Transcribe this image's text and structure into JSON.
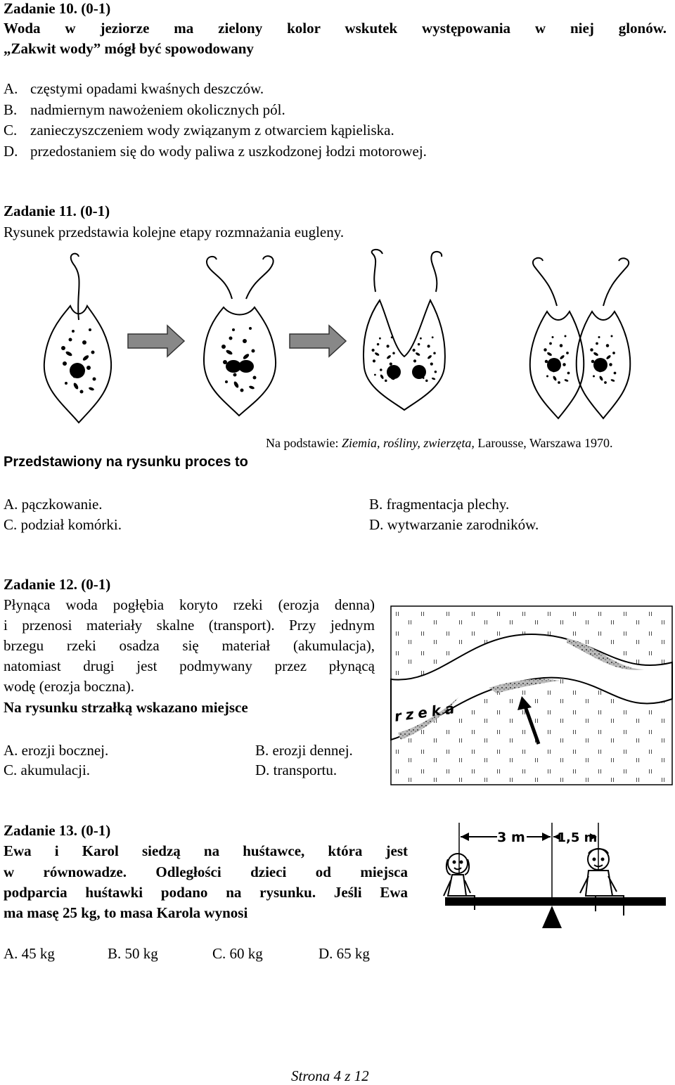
{
  "task10": {
    "header": "Zadanie 10. (0-1)",
    "stem_line1": "Woda w jeziorze ma zielony kolor wskutek występowania w niej glonów.",
    "stem_line2": "„Zakwit wody” mógł być spowodowany",
    "options": [
      {
        "letter": "A.",
        "text": "częstymi opadami kwaśnych deszczów."
      },
      {
        "letter": "B.",
        "text": "nadmiernym nawożeniem okolicznych pól."
      },
      {
        "letter": "C.",
        "text": "zanieczyszczeniem wody związanym z otwarciem kąpieliska."
      },
      {
        "letter": "D.",
        "text": "przedostaniem się do wody paliwa z uszkodzonej łodzi motorowej."
      }
    ]
  },
  "task11": {
    "header": "Zadanie 11. (0-1)",
    "intro": "Rysunek przedstawia kolejne etapy rozmnażania eugleny.",
    "source_prefix": "Na podstawie: ",
    "source_title": "Ziemia, rośliny, zwierzęta,",
    "source_suffix": " Larousse, Warszawa 1970.",
    "question": "Przedstawiony na rysunku proces to",
    "options": [
      {
        "text": "A. pączkowanie."
      },
      {
        "text": "B. fragmentacja plechy."
      },
      {
        "text": "C. podział komórki."
      },
      {
        "text": "D. wytwarzanie zarodników."
      }
    ]
  },
  "task12": {
    "header": "Zadanie 12. (0-1)",
    "text_lines": [
      "Płynąca woda pogłębia koryto rzeki (erozja denna)",
      "i przenosi materiały skalne (transport). Przy jednym",
      "brzegu rzeki osadza się materiał (akumulacja),",
      "natomiast drugi jest podmywany przez płynącą",
      "wodę (erozja boczna)."
    ],
    "question": "Na rysunku strzałką wskazano miejsce",
    "river_label": "rzeka",
    "options": [
      {
        "text": "A. erozji bocznej."
      },
      {
        "text": "B. erozji dennej."
      },
      {
        "text": "C. akumulacji."
      },
      {
        "text": "D. transportu."
      }
    ]
  },
  "task13": {
    "header": "Zadanie 13. (0-1)",
    "text_lines": [
      "Ewa i Karol siedzą na huśtawce, która jest",
      "w równowadze. Odległości dzieci od miejsca",
      "podparcia huśtawki podano na rysunku. Jeśli Ewa",
      "ma masę 25 kg, to masa Karola wynosi"
    ],
    "dim_left": "3 m",
    "dim_right": "1,5 m",
    "options": [
      {
        "text": "A. 45 kg"
      },
      {
        "text": "B. 50 kg"
      },
      {
        "text": "C. 60 kg"
      },
      {
        "text": "D. 65 kg"
      }
    ]
  },
  "footer": "Strona 4 z 12"
}
